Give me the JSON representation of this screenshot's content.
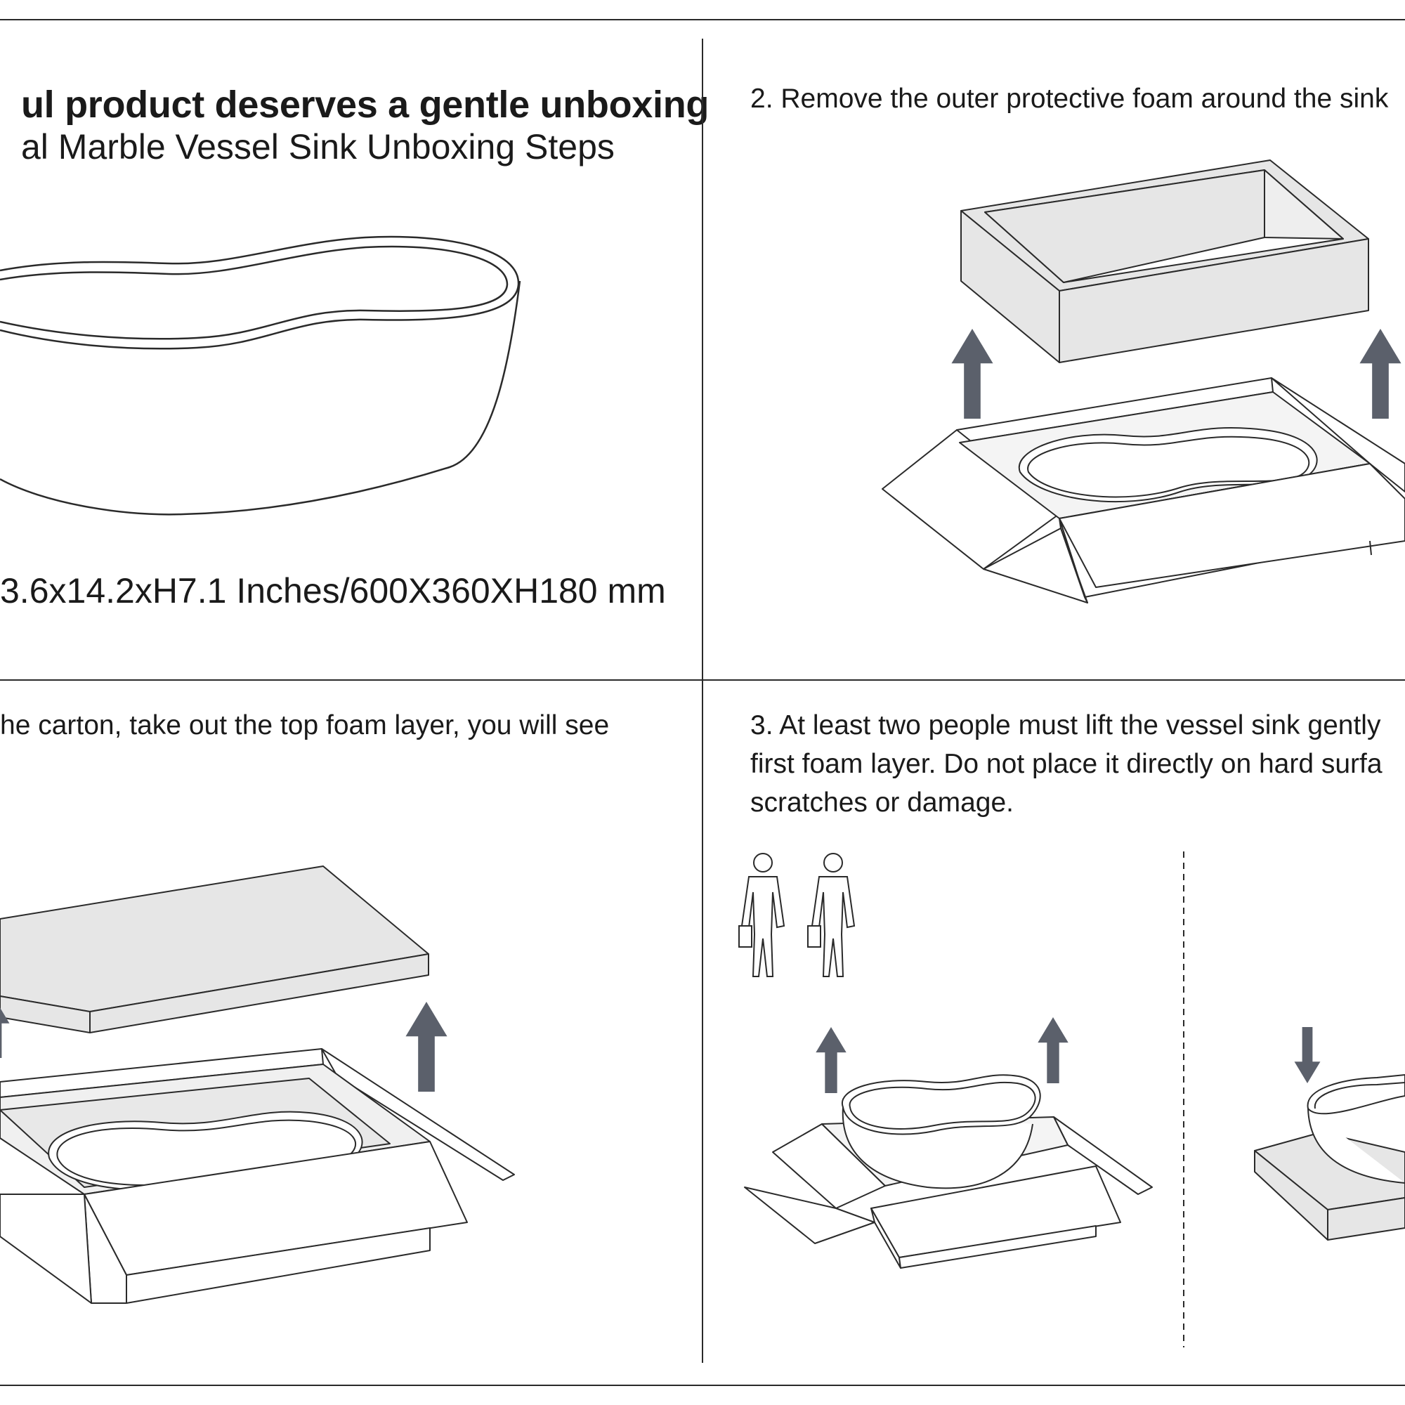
{
  "header": {
    "title": "ul product deserves a gentle unboxing",
    "subtitle": "al Marble Vessel Sink Unboxing Steps"
  },
  "product": {
    "dimensions": "3.6x14.2xH7.1 Inches/600X360XH180 mm"
  },
  "steps": {
    "step1_fragment": "he carton, take out the top foam layer, you will see",
    "step2": "2. Remove the outer protective foam around the sink",
    "step3_line1": "3. At least two people must lift the vessel sink gently",
    "step3_line2": "first foam layer. Do not place it directly on hard surfa",
    "step3_line3": "scratches or damage."
  },
  "colors": {
    "arrow": "#5b606b",
    "foam": "#e6e6e6",
    "line": "#2a2a2a"
  }
}
